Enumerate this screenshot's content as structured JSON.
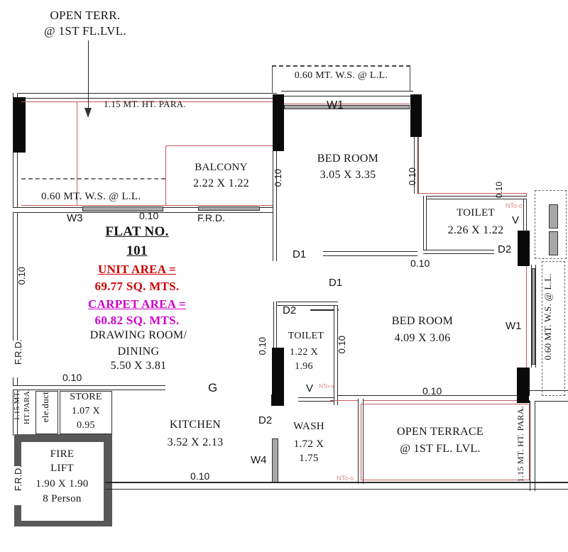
{
  "plan": {
    "flat": {
      "label": "FLAT NO.",
      "number": "101"
    },
    "areas": {
      "unit_label": "UNIT AREA =",
      "unit_value": "69.77 SQ. MTS.",
      "carpet_label": "CARPET AREA =",
      "carpet_value": "60.82 SQ. MTS."
    },
    "rooms": {
      "balcony": {
        "name": "BALCONY",
        "dim": "2.22 X 1.22"
      },
      "bedroom_top": {
        "name": "BED ROOM",
        "dim": "3.05 X 3.35"
      },
      "toilet_top": {
        "name": "TOILET",
        "dim": "2.26 X 1.22"
      },
      "bedroom_right": {
        "name": "BED ROOM",
        "dim": "4.09 X 3.06"
      },
      "toilet_mid": {
        "name": "TOILET",
        "dim1": "1.22 X",
        "dim2": "1.96"
      },
      "drawing": {
        "name1": "DRAWING ROOM/",
        "name2": "DINING",
        "dim": "5.50 X 3.81"
      },
      "store": {
        "name": "STORE",
        "dim1": "1.07 X",
        "dim2": "0.95"
      },
      "kitchen": {
        "name": "KITCHEN",
        "dim": "3.52 X 2.13"
      },
      "wash": {
        "name": "WASH",
        "dim1": "1.72 X",
        "dim2": "1.75"
      },
      "fire_lift": {
        "name1": "FIRE",
        "name2": "LIFT",
        "dim": "1.90 X 1.90",
        "capacity": "8 Person"
      },
      "open_terrace": {
        "name": "OPEN TERRACE",
        "level": "@ 1ST FL. LVL."
      }
    },
    "annotations": {
      "open_terr_line1": "OPEN TERR.",
      "open_terr_line2": "@ 1ST FL.LVL.",
      "para_top": "1.15 MT. HT. PARA.",
      "ws_ll": "0.60 MT. W.S. @ L.L.",
      "para_left1": "1.15 MT.",
      "para_left2": "HT.PARA.",
      "ele_duct": "ele.duct",
      "para_right": "1.15 MT. HT. PARA.",
      "nto": "NTo-o"
    },
    "openings": {
      "w1": "W1",
      "w3": "W3",
      "w4": "W4",
      "d1": "D1",
      "d2": "D2",
      "v": "V",
      "g": "G",
      "frd": "F.R.D."
    },
    "dims": {
      "wall": "0.10"
    },
    "colors": {
      "red_text": "#cc0000",
      "magenta_text": "#cc00cc",
      "line_red": "#c75b5b",
      "annot_red": "#e08a8a",
      "wall_black": "#0a0a0a",
      "lift_wall_gray": "#585858"
    }
  }
}
